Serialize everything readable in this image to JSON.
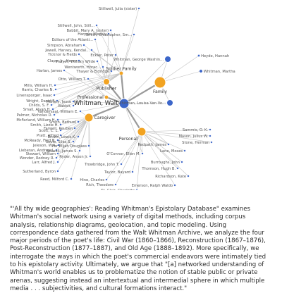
{
  "network": {
    "center": {
      "id": "walt",
      "label": "Whitman, Walt",
      "color": "#3c66c9"
    },
    "categories": [
      {
        "id": "family",
        "label": "Family",
        "color": "#f2a321"
      },
      {
        "id": "personal",
        "label": "Personal",
        "color": "#f2a321"
      },
      {
        "id": "caregiver",
        "label": "Caregiver",
        "color": "#f2a321"
      },
      {
        "id": "publisher",
        "label": "Publisher",
        "color": "#f2a321"
      },
      {
        "id": "professional",
        "label": "Professional",
        "color": "#f2a321"
      },
      {
        "id": "soldier",
        "label": "Soldier Family",
        "color": "#f2a321"
      }
    ],
    "people": [
      {
        "id": "george",
        "label": "Whitman, George Washin...",
        "category": "family",
        "color": "#3c66c9"
      },
      {
        "id": "louisa",
        "label": "Whitman, Louisa Van Ve...",
        "category": "family",
        "color": "#3c66c9"
      },
      {
        "id": "heyde",
        "label": "Heyde, Hannah",
        "category": "family",
        "color": "#3c66c9"
      },
      {
        "id": "martha",
        "label": "Whitman, Martha",
        "category": "family",
        "color": "#3c66c9"
      },
      {
        "id": "stillwell_julia",
        "label": "Stillwell, Julia (sister)",
        "category": "soldier",
        "color": "#3c66c9"
      },
      {
        "id": "stillwell_john",
        "label": "Stillwell, John, Still...",
        "category": "soldier",
        "color": "#3c66c9"
      },
      {
        "id": "babbit_mary",
        "label": "Babbit, Mary A. (sister)",
        "category": "soldier",
        "color": "#3c66c9"
      },
      {
        "id": "harpers",
        "label": "Harpers Weekly",
        "category": "publisher",
        "color": "#3c66c9"
      },
      {
        "id": "smith_christopher",
        "label": "Smith, Christopher, Sm...",
        "category": "soldier",
        "color": "#3c66c9"
      },
      {
        "id": "editors_atlantic",
        "label": "Editors of the Atlanti...",
        "category": "publisher",
        "color": "#3c66c9"
      },
      {
        "id": "simpson",
        "label": "Simpson, Abraham",
        "category": "soldier",
        "color": "#3c66c9"
      },
      {
        "id": "jewell",
        "label": "Jewell, Harvey, Kendal...",
        "category": "soldier",
        "color": "#3c66c9"
      },
      {
        "id": "ticknor",
        "label": "Ticknor & Fields",
        "category": "publisher",
        "color": "#3c66c9"
      },
      {
        "id": "clapp",
        "label": "Clapp, Jr., Henry",
        "category": "publisher",
        "color": "#3c66c9"
      },
      {
        "id": "eckler",
        "label": "Eckler, Peter",
        "category": "publisher",
        "color": "#3c66c9"
      },
      {
        "id": "thayer_wilde",
        "label": "Thayer, William Wilde",
        "category": "publisher",
        "color": "#3c66c9"
      },
      {
        "id": "wentworth",
        "label": "Wentworth, Horac...",
        "category": "publisher",
        "color": "#3c66c9"
      },
      {
        "id": "thayer_eldridge",
        "label": "Thayer & Eldridge",
        "category": "publisher",
        "color": "#3c66c9"
      },
      {
        "id": "harlan",
        "label": "Harlan, James",
        "category": "professional",
        "color": "#3c66c9"
      },
      {
        "id": "otto",
        "label": "Otto, William T.",
        "category": "professional",
        "color": "#3c66c9"
      },
      {
        "id": "mills",
        "label": "Mills, William H.",
        "category": "soldier",
        "color": "#3c66c9"
      },
      {
        "id": "harris",
        "label": "Harris, Charles N.",
        "category": "soldier",
        "color": "#3c66c9"
      },
      {
        "id": "linensporger",
        "label": "Linensporger, Isaac",
        "category": "soldier",
        "color": "#3c66c9"
      },
      {
        "id": "wright",
        "label": "Wright, David F.",
        "category": "soldier",
        "color": "#3c66c9"
      },
      {
        "id": "mullery",
        "label": "Mullery, Jesse",
        "category": "soldier",
        "color": "#3c66c9"
      },
      {
        "id": "childs",
        "label": "Childs, S. F.",
        "category": "soldier",
        "color": "#3c66c9"
      },
      {
        "id": "babbit",
        "label": "Babbit,",
        "category": "soldier",
        "color": "#3c66c9"
      },
      {
        "id": "small",
        "label": "Small, Alvah H.",
        "category": "soldier",
        "color": "#3c66c9"
      },
      {
        "id": "palmer",
        "label": "Palmer, Nicholas D.",
        "category": "soldier",
        "color": "#3c66c9"
      },
      {
        "id": "vandersaal",
        "label": "Vandersaal, William E.",
        "category": "caregiver",
        "color": "#3c66c9"
      },
      {
        "id": "mcfarland",
        "label": "McFarland, William H.",
        "category": "caregiver",
        "color": "#3c66c9"
      },
      {
        "id": "smith_bethuel",
        "label": "Smith, Bethuel",
        "category": "caregiver",
        "color": "#3c66c9"
      },
      {
        "id": "smith_lizzie",
        "label": "Smith, Lizzie H.",
        "category": "caregiver",
        "color": "#3c66c9"
      },
      {
        "id": "farwell",
        "label": "Farwell, Reuben",
        "category": "caregiver",
        "color": "#3c66c9"
      },
      {
        "id": "scott",
        "label": "Scott, C. L.",
        "category": "caregiver",
        "color": "#3c66c9"
      },
      {
        "id": "pratt",
        "label": "Pratt, Alfred",
        "category": "caregiver",
        "color": "#3c66c9"
      },
      {
        "id": "brown",
        "label": "Brown, Lewis K.",
        "category": "caregiver",
        "color": "#3c66c9"
      },
      {
        "id": "mcready",
        "label": "McReady, Fred B.",
        "category": "caregiver",
        "color": "#3c66c9"
      },
      {
        "id": "soule",
        "label": "Soule, Silas S.",
        "category": "caregiver",
        "color": "#3c66c9"
      },
      {
        "id": "jeleson",
        "label": "Jeleson, W.A.",
        "category": "caregiver",
        "color": "#3c66c9"
      },
      {
        "id": "for_elijah",
        "label": "For Elijah Douglass",
        "category": "caregiver",
        "color": "#3c66c9"
      },
      {
        "id": "lieberan",
        "label": "Lieberan, Andrew J.",
        "category": "caregiver",
        "color": "#3c66c9"
      },
      {
        "id": "stewart",
        "label": "Stewart, William",
        "category": "caregiver",
        "color": "#3c66c9"
      },
      {
        "id": "stilwell_james",
        "label": "Stilwell, James S.",
        "category": "caregiver",
        "color": "#3c66c9"
      },
      {
        "id": "wonder",
        "label": "Wonder, Rodney R.",
        "category": "caregiver",
        "color": "#3c66c9"
      },
      {
        "id": "ryder",
        "label": "Ryder, Anson Jr.",
        "category": "caregiver",
        "color": "#3c66c9"
      },
      {
        "id": "larr",
        "label": "Larr, Alfred J.",
        "category": "caregiver",
        "color": "#3c66c9"
      },
      {
        "id": "sutherland",
        "label": "Sutherland, Byron",
        "category": "caregiver",
        "color": "#3c66c9"
      },
      {
        "id": "reed",
        "label": "Reed, Milford C.",
        "category": "caregiver",
        "color": "#3c66c9"
      },
      {
        "id": "sammis",
        "label": "Sammis, O. K.",
        "category": "personal",
        "color": "#3c66c9"
      },
      {
        "id": "mason",
        "label": "Mason, Julius W.",
        "category": "personal",
        "color": "#3c66c9"
      },
      {
        "id": "stone",
        "label": "Stone, Herman",
        "category": "personal",
        "color": "#3c66c9"
      },
      {
        "id": "redpath",
        "label": "Redpath, James",
        "category": "personal",
        "color": "#3c66c9"
      },
      {
        "id": "lane",
        "label": "Lane, Moses",
        "category": "personal",
        "color": "#3c66c9"
      },
      {
        "id": "oconnor",
        "label": "O'Connor, Ellen M.",
        "category": "personal",
        "color": "#3c66c9"
      },
      {
        "id": "trowbridge",
        "label": "Trowbridge, John T.",
        "category": "personal",
        "color": "#3c66c9"
      },
      {
        "id": "burroughs",
        "label": "Burroughs, John",
        "category": "personal",
        "color": "#3c66c9"
      },
      {
        "id": "thomson",
        "label": "Thomson, Hugh B.",
        "category": "personal",
        "color": "#3c66c9"
      },
      {
        "id": "taylor",
        "label": "Taylor, Bayard",
        "category": "personal",
        "color": "#3c66c9"
      },
      {
        "id": "richardson",
        "label": "Richardson, Kate",
        "category": "personal",
        "color": "#3c66c9"
      },
      {
        "id": "hine",
        "label": "Hine, Charles",
        "category": "personal",
        "color": "#3c66c9"
      },
      {
        "id": "rich",
        "label": "Rich, Theodore",
        "category": "personal",
        "color": "#3c66c9"
      },
      {
        "id": "emerson",
        "label": "Emerson, Ralph Waldo",
        "category": "personal",
        "color": "#3c66c9"
      },
      {
        "id": "st_clair",
        "label": "St. Clair, Charlotte",
        "category": "personal",
        "color": "#3c66c9"
      }
    ]
  },
  "caption": "\"'All thy wide geographies': Reading Whitman's Epistolary Database\" examines Whitman's social network using a variety of digital methods, including corpus analysis, relationship diagrams, geolocation, and topic modeling. Using correspondence data gathered from the Walt Whitman Archive, we analyze the four major periods of the poet's life: Civil War (1860–1866), Reconstruction (1867–1876), Post-Reconstruction (1877–1887), and Old Age (1888–1892). More specifically, we interrogate the ways in which the poet's commercial endeavors were intimately tied to his epistolary activity. Ultimately, we argue that \"[a] networked understanding of Whitman's world enables us to problematize the notion of stable public or private arenas, suggesting instead an intertextual and intermedial sphere in which multiple media . . . subjectivities, and cultural formations interact.\""
}
